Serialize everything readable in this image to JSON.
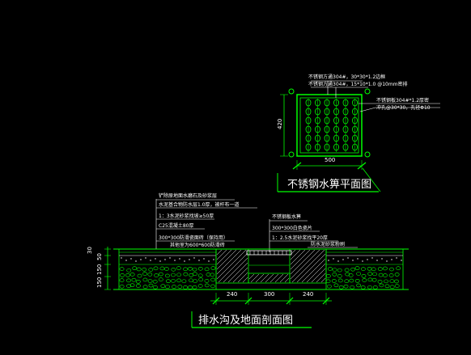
{
  "plan": {
    "title": "不锈钢水箅平面图",
    "notes": [
      "不锈钢方通304#，30*30*1.2边框",
      "不锈钢方通304#，15*10*1.0 @10mm密排",
      "不锈钢板304#*1.2厚密",
      "冲孔@30*30，孔径Φ10"
    ],
    "dim_width": "500",
    "dim_height": "420"
  },
  "section": {
    "title": "排水沟及地面剖面图",
    "left_notes": [
      "铲除原地面水磨石及砂浆层",
      "水泥基合物防水层1.0厚，被杆布一道",
      "1：3水泥砂浆找坡≥50厚",
      "C25混凝土80厚",
      "300*300防滑瓷面砖（保持用）",
      "其他室为600*600防滑砖"
    ],
    "right_notes": [
      "不锈钢板水箅",
      "300*300白色瓷片",
      "1：2.5水泥砂浆找平20厚",
      "防水泥砂浆粉刷"
    ],
    "dims_bottom": [
      "240",
      "300",
      "240"
    ],
    "dims_left": [
      "30",
      "50",
      "150",
      "150"
    ]
  },
  "colors": {
    "line": "#00ff00",
    "text": "#ffffff",
    "hatch": "#ffffff",
    "accent": "#00ffff",
    "background": "#000000"
  }
}
